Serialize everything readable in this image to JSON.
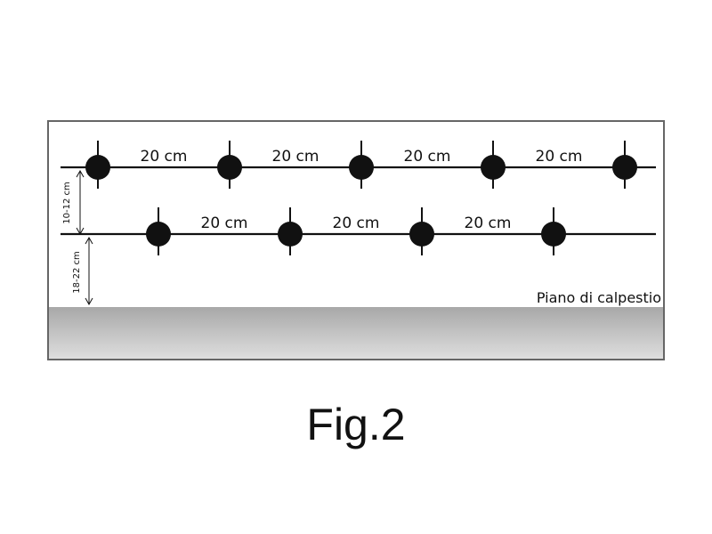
{
  "diagram": {
    "spacing_label": "20 cm",
    "upper_gap_label": "10-12 cm",
    "lower_gap_label": "18-22 cm",
    "floor_label": "Piano di calpestio",
    "upper_row_count": 5,
    "lower_row_count": 4
  },
  "caption": "Fig.2",
  "colors": {
    "ink": "#111111",
    "frame": "#666666",
    "floor_light": "#dcdcdc",
    "floor_dark": "#a8a8a8"
  }
}
